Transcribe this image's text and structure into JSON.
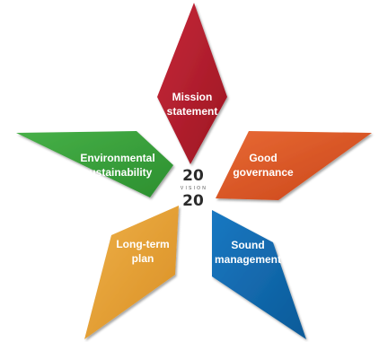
{
  "colors": {
    "mission": "#b31b2c",
    "governance": "#db5324",
    "management": "#1067ad",
    "longterm": "#e4a135",
    "environmental": "#3aa23c",
    "logo": "#2b2b2b"
  },
  "petals": {
    "mission": {
      "line1": "Mission",
      "line2": "statement"
    },
    "governance": {
      "line1": "Good",
      "line2": "governance"
    },
    "management": {
      "line1": "Sound",
      "line2": "management"
    },
    "longterm": {
      "line1": "Long-term",
      "line2": "plan"
    },
    "environmental": {
      "line1": "Environmental",
      "line2": "sustainability"
    }
  },
  "logo": {
    "top": "20",
    "word": "VISION",
    "bottom": "20"
  }
}
